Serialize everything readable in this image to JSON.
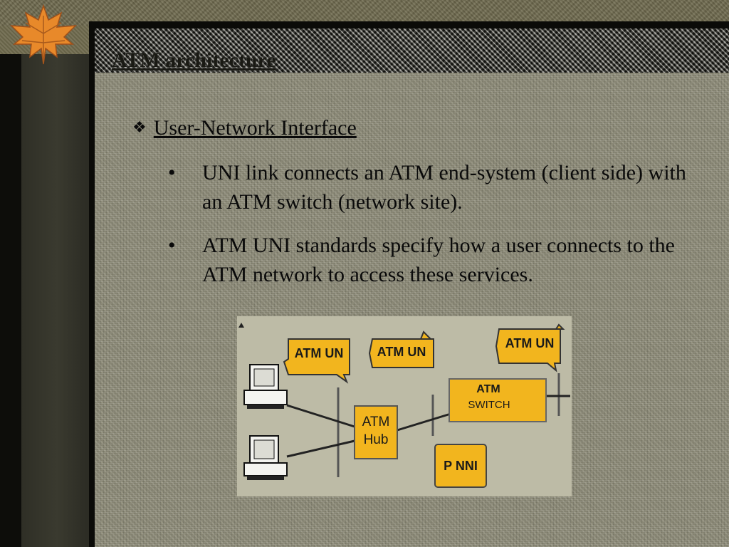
{
  "slide": {
    "title": "ATM architecture",
    "heading": "User-Network Interface",
    "heading_marker": "❖",
    "bullets": [
      "UNI link connects an ATM end-system (client side) with an ATM switch (network site).",
      "ATM UNI standards specify how a user connects to the ATM network to access these services."
    ],
    "bullet_marker": "•"
  },
  "diagram": {
    "labels": {
      "uni_1": "ATM UN",
      "uni_2": "ATM UN",
      "uni_3": "ATM UN",
      "switch_line1": "ATM",
      "switch_line2": "SWITCH",
      "hub_line1": "ATM",
      "hub_line2": "Hub",
      "pnni": "P NNI"
    },
    "box_color": "#f2b51e"
  },
  "colors": {
    "leaf": "#e8892a",
    "title_band": "#4b4a3d",
    "slide_bg": "#8e8c79"
  }
}
